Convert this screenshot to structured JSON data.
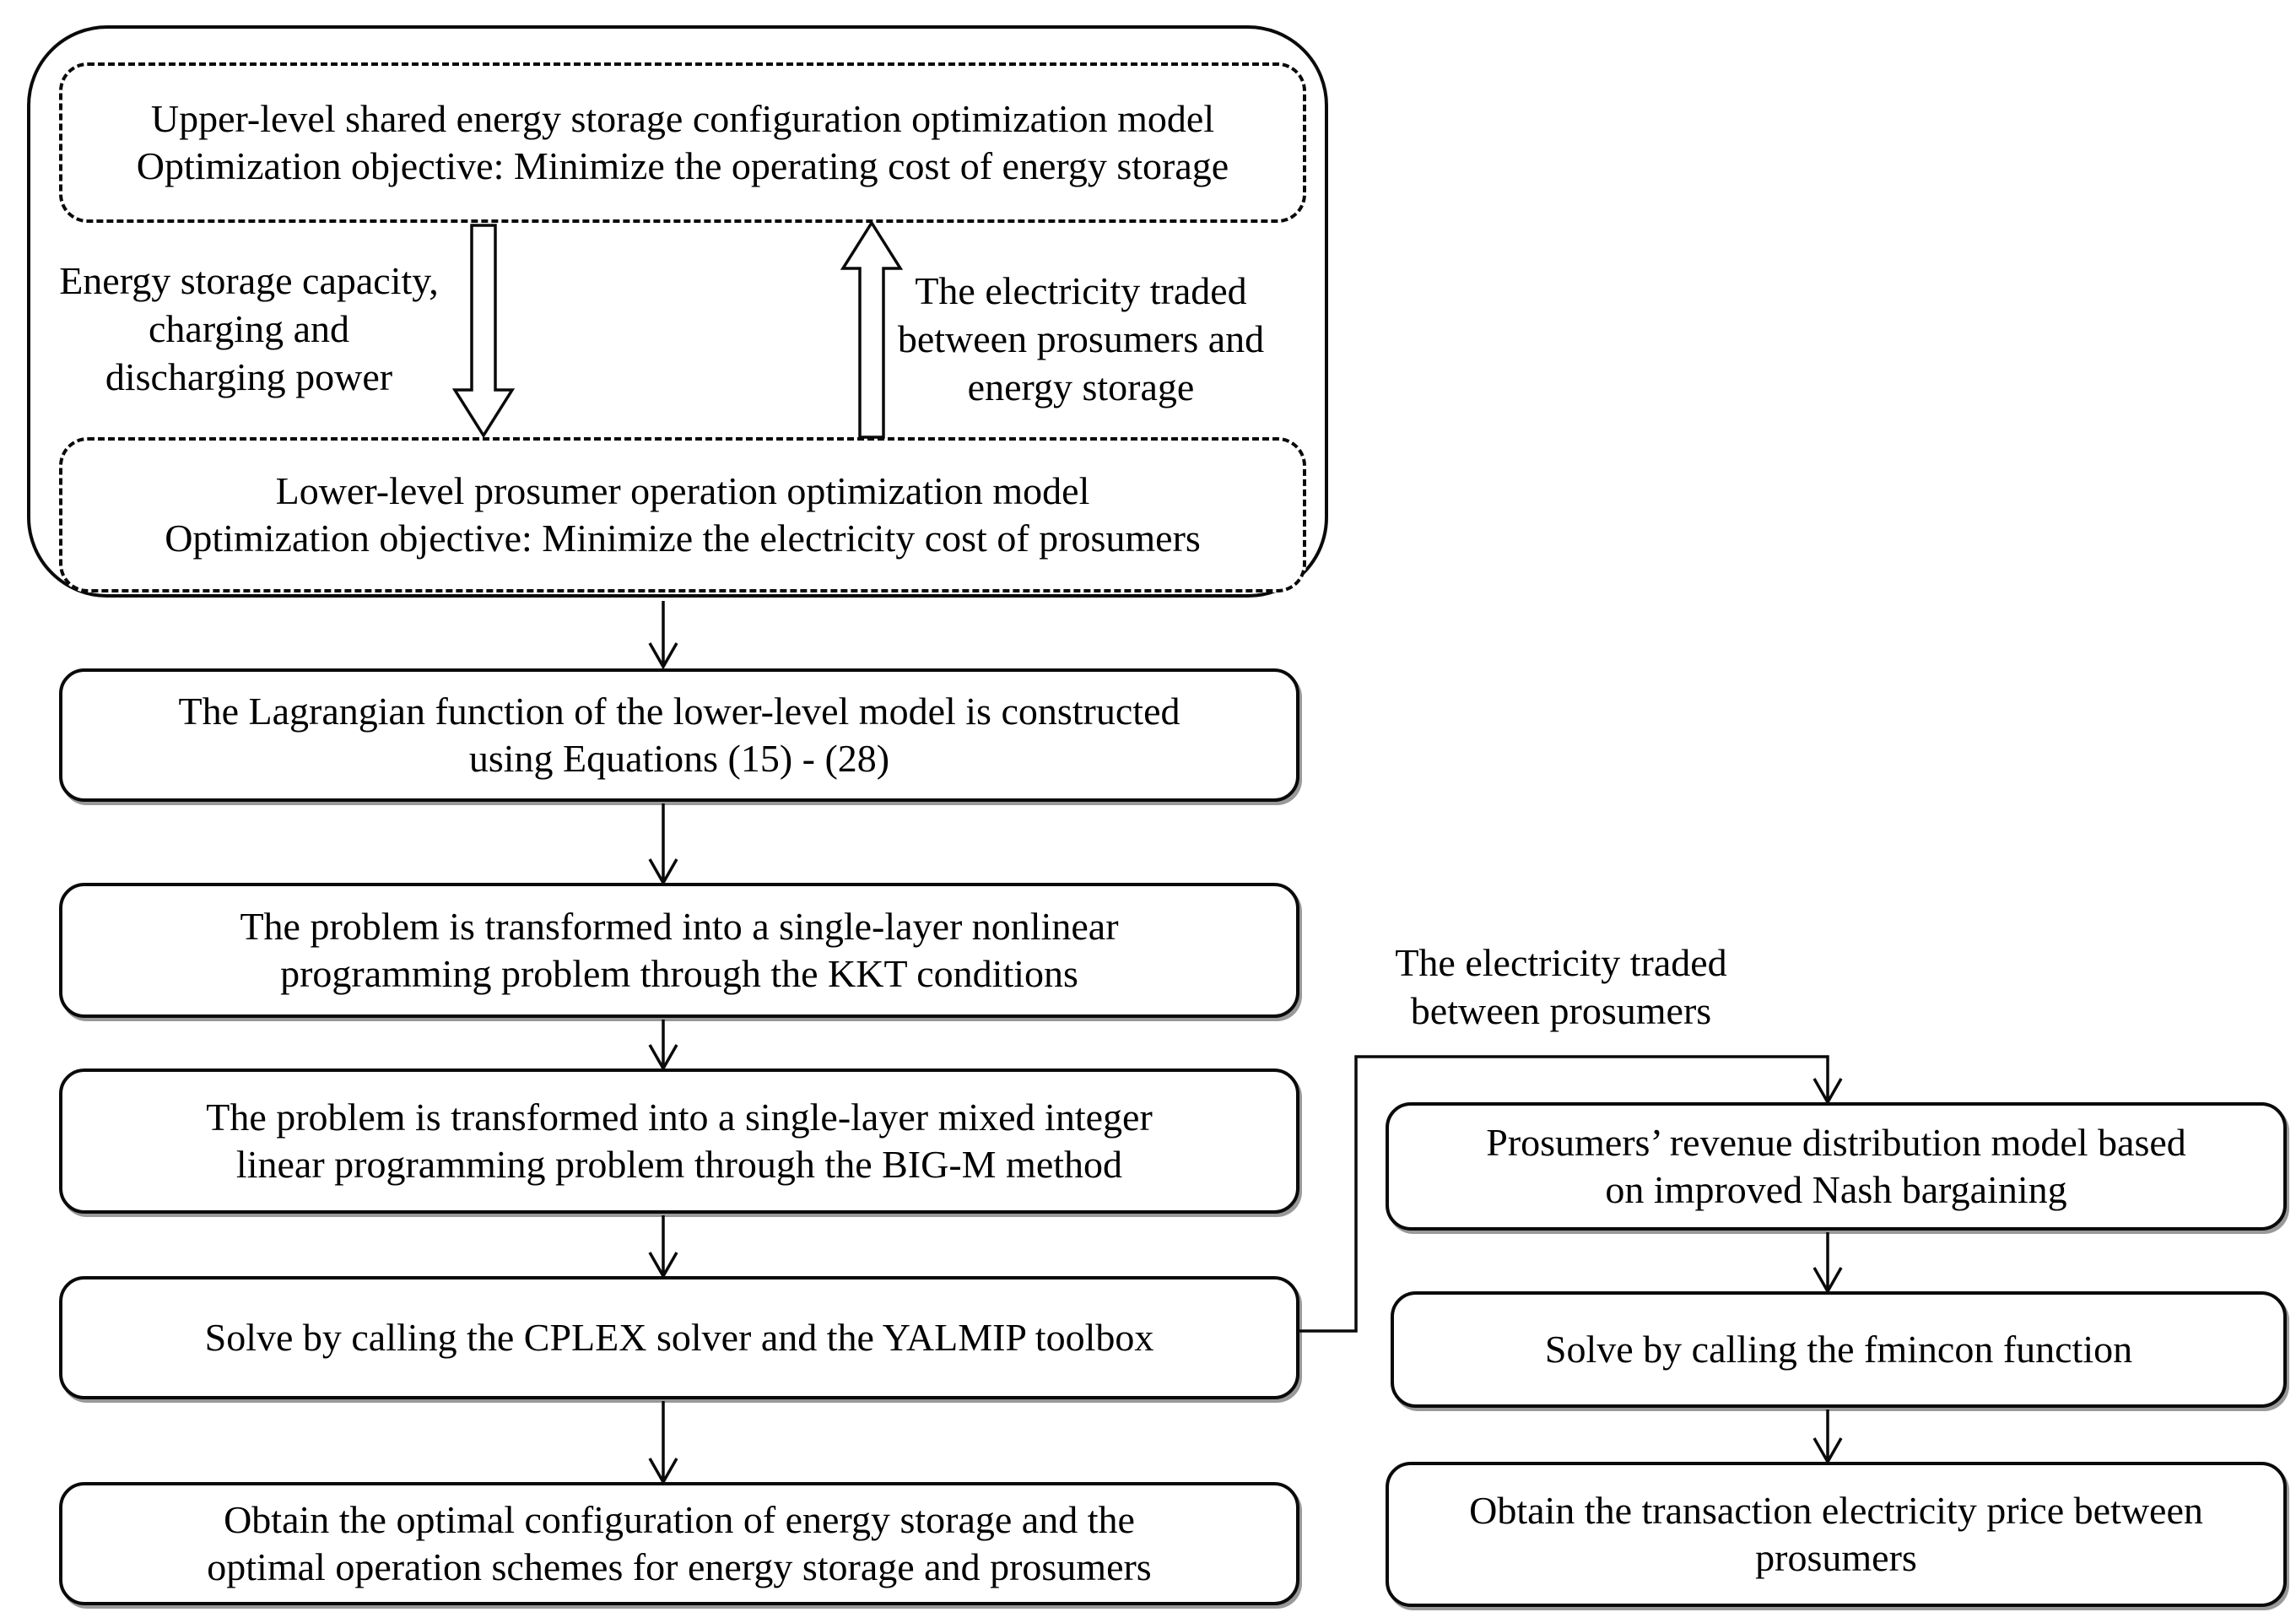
{
  "figure": {
    "background": "#ffffff",
    "stroke_color": "#000000",
    "text_color": "#000000"
  },
  "bilevel_container": {
    "upper_model_box": "Upper-level shared energy storage configuration optimization model\nOptimization objective: Minimize the operating cost of energy storage",
    "lower_model_box": "Lower-level prosumer operation optimization model\nOptimization objective: Minimize the electricity cost of prosumers",
    "down_arrow_label": "Energy storage capacity,\ncharging and\ndischarging power",
    "up_arrow_label": "The electricity traded\nbetween prosumers and\nenergy storage"
  },
  "main_flow": {
    "lagrangian_box": "The Lagrangian function of the lower-level model is constructed\nusing Equations (15) - (28)",
    "kkt_box": "The problem is transformed into a single-layer nonlinear\nprogramming problem through the KKT conditions",
    "bigm_box": "The problem is transformed into a single-layer mixed integer\nlinear programming problem through the BIG-M method",
    "cplex_box": "Solve by calling the CPLEX solver and the YALMIP toolbox",
    "result_box": "Obtain the optimal configuration of energy storage and the\noptimal operation schemes for energy storage and prosumers"
  },
  "branch_flow": {
    "branch_label": "The electricity traded\nbetween prosumers",
    "nash_box": "Prosumers’ revenue distribution model based\non improved Nash bargaining",
    "fmincon_box": "Solve by calling the fmincon function",
    "result_box": "Obtain the transaction electricity price between\nprosumers"
  }
}
